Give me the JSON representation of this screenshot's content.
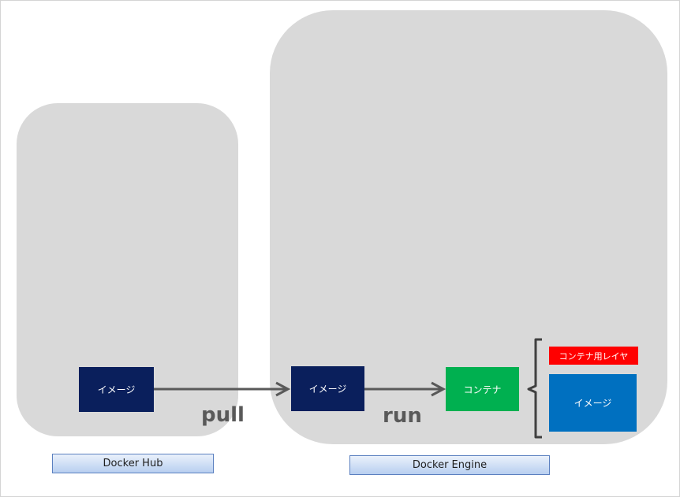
{
  "panels": {
    "hub": {
      "image_label": "イメージ",
      "caption": "Docker Hub"
    },
    "engine": {
      "image_label": "イメージ",
      "container_label": "コンテナ",
      "container_layer_label": "コンテナ用レイヤ",
      "base_image_label": "イメージ",
      "caption": "Docker Engine"
    }
  },
  "commands": {
    "pull": "pull",
    "run": "run"
  },
  "colors": {
    "panel": "#d9d9d9",
    "image_navy": "#0a1f5c",
    "container_green": "#00b050",
    "layer_red": "#ff0000",
    "image_blue": "#0070c0",
    "arrow": "#595959"
  }
}
